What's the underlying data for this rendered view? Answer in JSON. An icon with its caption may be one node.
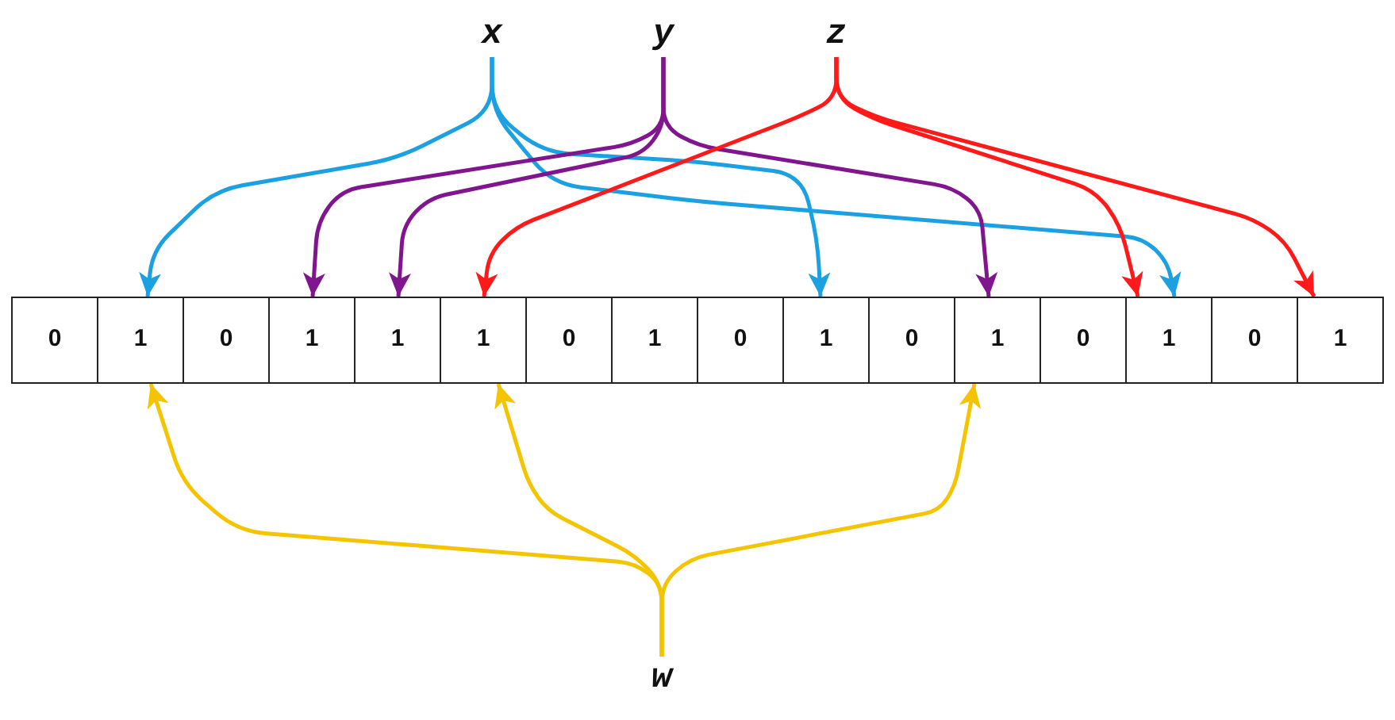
{
  "diagram": {
    "nodes": [
      {
        "text": [
          "x"
        ]
      },
      {
        "text": [
          "y"
        ]
      },
      {
        "text": [
          "z"
        ]
      },
      {
        "text": [
          "0"
        ]
      },
      {
        "text": [
          "1"
        ]
      },
      {
        "text": [
          "0"
        ]
      },
      {
        "text": [
          "1"
        ]
      },
      {
        "text": [
          "1"
        ]
      },
      {
        "text": [
          "1"
        ]
      },
      {
        "text": [
          "0"
        ]
      },
      {
        "text": [
          "1"
        ]
      },
      {
        "text": [
          "0"
        ]
      },
      {
        "text": [
          "1"
        ]
      },
      {
        "text": [
          "0"
        ]
      },
      {
        "text": [
          "1"
        ]
      },
      {
        "text": [
          "0"
        ]
      },
      {
        "text": [
          "1"
        ]
      },
      {
        "text": [
          "0"
        ]
      },
      {
        "text": [
          "1"
        ]
      },
      {
        "text": [
          "w"
        ]
      }
    ],
    "edges": [
      {
        "from": 0,
        "to": 4,
        "arrow": "to",
        "color": "#1ba1e2"
      },
      {
        "from": 0,
        "to": 12,
        "arrow": "to",
        "color": "#1ba1e2"
      },
      {
        "from": 0,
        "to": 16,
        "arrow": "to",
        "color": "#1ba1e2"
      },
      {
        "from": 1,
        "to": 6,
        "arrow": "to",
        "color": "#80158f"
      },
      {
        "from": 1,
        "to": 7,
        "arrow": "to",
        "color": "#80158f"
      },
      {
        "from": 1,
        "to": 14,
        "arrow": "to",
        "color": "#80158f"
      },
      {
        "from": 2,
        "to": 8,
        "arrow": "to",
        "color": "#ff1a1a"
      },
      {
        "from": 2,
        "to": 16,
        "arrow": "to",
        "color": "#ff1a1a"
      },
      {
        "from": 2,
        "to": 18,
        "arrow": "to",
        "color": "#ff1a1a"
      },
      {
        "from": 19,
        "to": 4,
        "arrow": "to",
        "color": "#f5c400"
      },
      {
        "from": 19,
        "to": 8,
        "arrow": "to",
        "color": "#f5c400"
      },
      {
        "from": 19,
        "to": 14,
        "arrow": "to",
        "color": "#f5c400"
      }
    ]
  }
}
